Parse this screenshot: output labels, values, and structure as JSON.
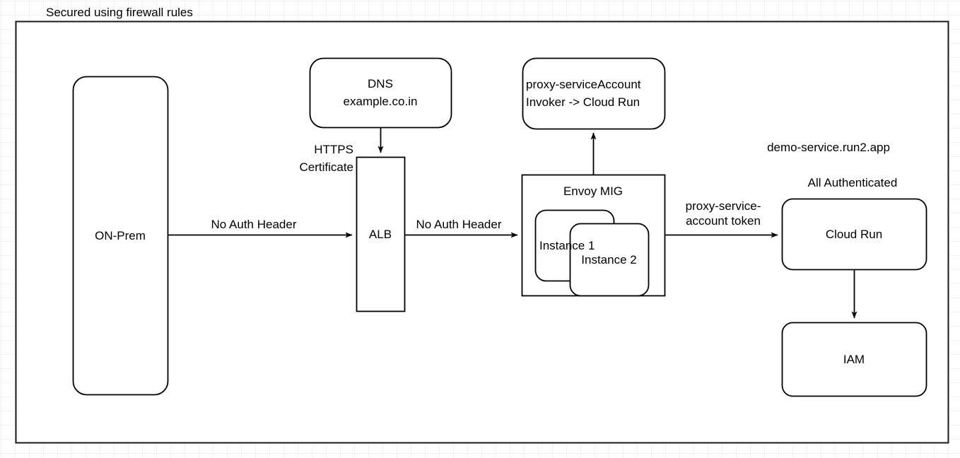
{
  "diagram": {
    "title": "Secured using firewall rules",
    "nodes": [
      {
        "id": "on-prem",
        "label": "ON-Prem"
      },
      {
        "id": "dns",
        "label": "DNS\nexample.co.in"
      },
      {
        "id": "alb",
        "label": "ALB"
      },
      {
        "id": "proxy-sa",
        "label": "proxy-serviceAccount\nInvoker -> Cloud Run"
      },
      {
        "id": "envoy-mig",
        "label": "Envoy MIG"
      },
      {
        "id": "instance-1",
        "label": "Instance 1"
      },
      {
        "id": "instance-2",
        "label": "Instance 2"
      },
      {
        "id": "cloud-run",
        "label": "Cloud Run"
      },
      {
        "id": "iam",
        "label": "IAM"
      }
    ],
    "edge_labels": [
      {
        "id": "https-certificate",
        "line1": "HTTPS",
        "line2": "Certificate"
      },
      {
        "id": "no-auth-header-1",
        "line1": "No Auth Header",
        "line2": ""
      },
      {
        "id": "no-auth-header-2",
        "line1": "No Auth Header",
        "line2": ""
      },
      {
        "id": "proxy-sa-token",
        "line1": "proxy-service-",
        "line2": "account token"
      }
    ],
    "annotations": [
      {
        "id": "service-url",
        "label": "demo-service.run2.app"
      },
      {
        "id": "all-authenticated",
        "label": "All Authenticated"
      }
    ],
    "colors": {
      "stroke": "#000000",
      "text": "#000000",
      "fill": "#ffffff",
      "grid_minor": "#f0f0f0",
      "grid_major": "#e4e4e4",
      "container_stroke": "#1a1a1a"
    }
  }
}
